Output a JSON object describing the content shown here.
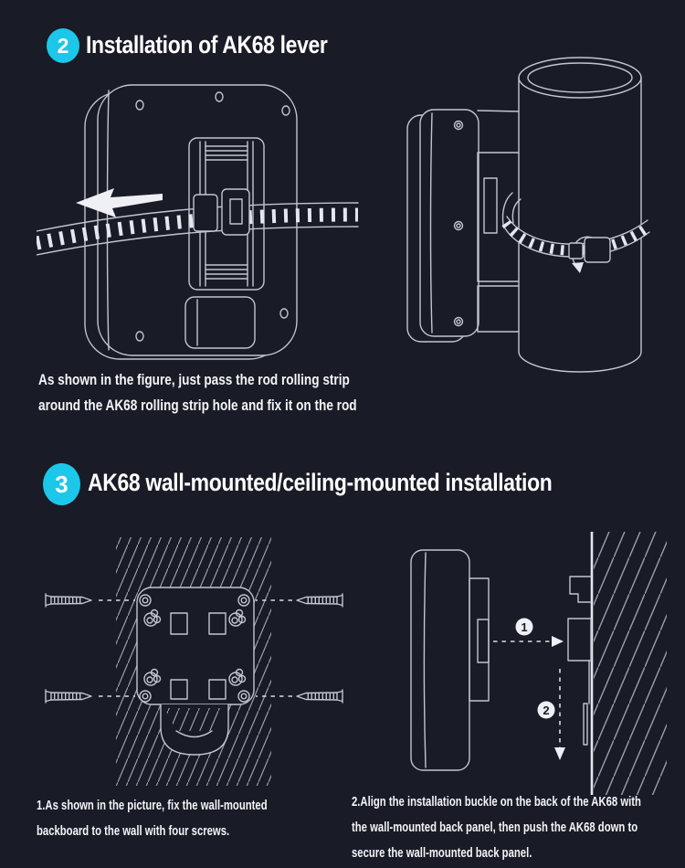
{
  "colors": {
    "background": "#191b26",
    "accent": "#1cc7e9",
    "line_art": "#c2c6d2",
    "text": "#ffffff"
  },
  "sections": [
    {
      "badge": "2",
      "title": "Installation of AK68 lever",
      "caption_lines": [
        "As shown in the figure, just pass the rod rolling strip",
        "around the AK68 rolling strip hole and fix it on the rod"
      ]
    },
    {
      "badge": "3",
      "title": "AK68 wall-mounted/ceiling-mounted installation",
      "caption_left_lines": [
        "1.As shown in the picture, fix the wall-mounted",
        "backboard to the wall with four screws."
      ],
      "caption_right_lines": [
        "2.Align the installation buckle on the back of the AK68 with",
        "the wall-mounted back panel, then push the AK68 down to",
        "secure the wall-mounted back panel."
      ],
      "step_markers": [
        "1",
        "2"
      ]
    }
  ]
}
